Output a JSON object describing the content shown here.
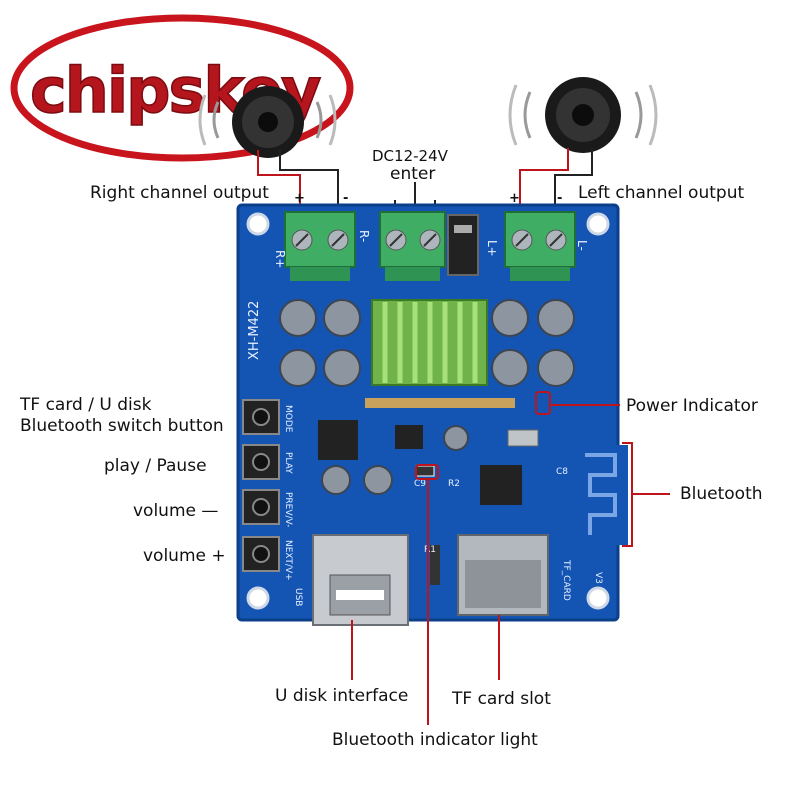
{
  "logo": {
    "text": "chipskey",
    "ring_color": "#c8141c",
    "text_color": "#b5151d"
  },
  "board": {
    "model": "XH-M422",
    "color": "#1455b4"
  },
  "power": {
    "voltage": "DC12-24V",
    "word": "enter"
  },
  "right_channel": {
    "label": "Right channel output",
    "plus": "+",
    "minus": "-",
    "silk_r": "R+",
    "silk_rm": "R-"
  },
  "left_channel": {
    "label": "Left channel output",
    "plus": "+",
    "minus": "-",
    "silk_l": "L+",
    "silk_lm": "L-"
  },
  "buttons": {
    "mode_line1": "TF card / U disk",
    "mode_line2": "Bluetooth switch button",
    "play": "play / Pause",
    "vol_down": "volume —",
    "vol_up": "volume +",
    "silk_mode": "MODE",
    "silk_play": "PLAY",
    "silk_prev": "PREV/V-",
    "silk_next": "NEXT/V+"
  },
  "callouts": {
    "power_indicator": "Power Indicator",
    "bluetooth": "Bluetooth",
    "u_disk": "U disk interface",
    "tf_slot": "TF card slot",
    "bt_light": "Bluetooth indicator light"
  },
  "silk": {
    "usb": "USB",
    "tf_card": "TF_CARD",
    "version": "V3",
    "r1": "R1",
    "r2": "R2",
    "c9": "C9",
    "c8": "C8"
  },
  "colors": {
    "leader": "#c0141c",
    "terminal": "#3fae64",
    "heatsink": "#8fd063"
  }
}
